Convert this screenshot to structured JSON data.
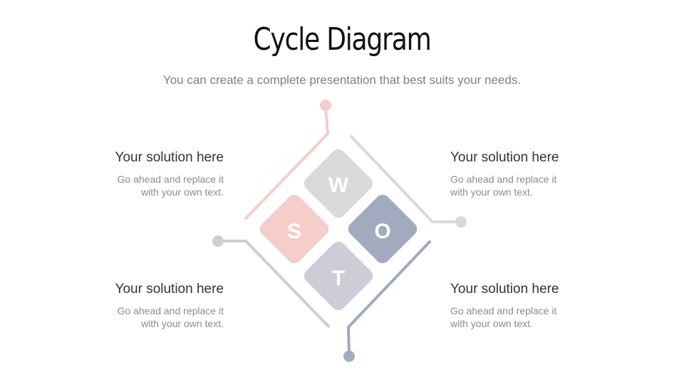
{
  "title": "Cycle Diagram",
  "subtitle": "You can create a complete presentation that best suits your needs.",
  "colors": {
    "s": "#f5cdc9",
    "w": "#d9d9d9",
    "o": "#a1aabf",
    "t": "#cdcdd8",
    "line_pink": "#f5cdc9",
    "line_gray": "#d9d9d9",
    "line_blue": "#a1aabf",
    "line_lavender": "#cdcdd8"
  },
  "tiles": {
    "w": "W",
    "o": "O",
    "t": "T",
    "s": "S"
  },
  "blocks": {
    "top_left": {
      "heading": "Your solution here",
      "text": "Go ahead and replace it with your own text."
    },
    "top_right": {
      "heading": "Your solution here",
      "text": "Go ahead and replace it with your own text."
    },
    "bottom_left": {
      "heading": "Your solution here",
      "text": "Go ahead and replace it with your own text."
    },
    "bottom_right": {
      "heading": "Your solution here",
      "text": "Go ahead and replace it with your own text."
    }
  }
}
